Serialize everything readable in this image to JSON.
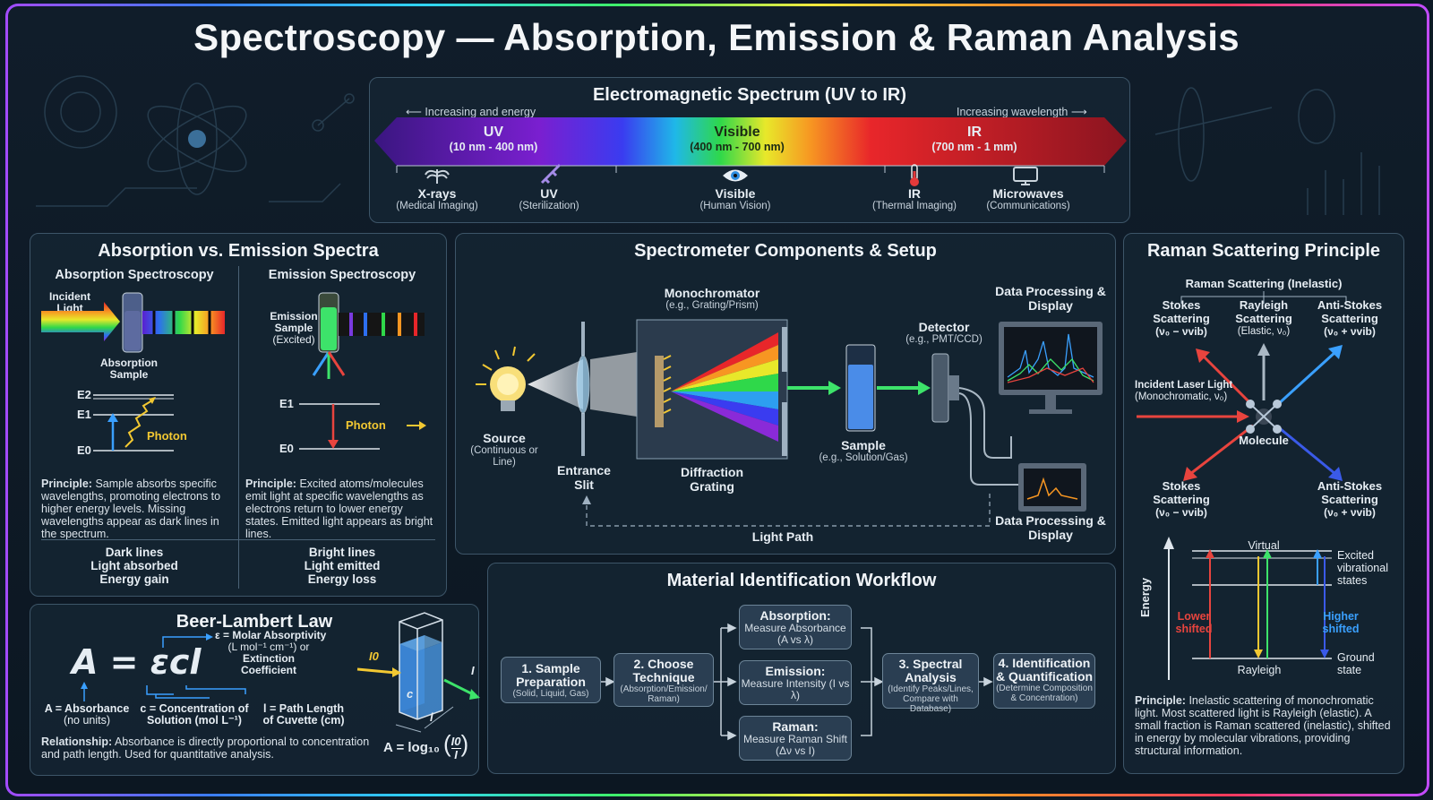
{
  "title": "Spectroscopy — Absorption, Emission & Raman Analysis",
  "em": {
    "title": "Electromagnetic Spectrum (UV to IR)",
    "left_arrow": "Increasing and energy",
    "right_arrow": "Increasing wavelength",
    "bands": [
      {
        "name": "UV",
        "range": "(10 nm - 400 nm)"
      },
      {
        "name": "Visible",
        "range": "(400 nm - 700 nm)"
      },
      {
        "name": "IR",
        "range": "(700 nm - 1 mm)"
      }
    ],
    "apps": [
      {
        "name": "X-rays",
        "use": "(Medical Imaging)",
        "icon": "xray-icon"
      },
      {
        "name": "UV",
        "use": "(Sterilization)",
        "icon": "syringe-icon"
      },
      {
        "name": "Visible",
        "use": "(Human Vision)",
        "icon": "eye-icon"
      },
      {
        "name": "IR",
        "use": "(Thermal Imaging)",
        "icon": "thermometer-icon"
      },
      {
        "name": "Microwaves",
        "use": "(Communications)",
        "icon": "monitor-icon"
      }
    ]
  },
  "absorption": {
    "title": "Absorption vs. Emission Spectra",
    "abs_heading": "Absorption Spectroscopy",
    "em_heading": "Emission Spectroscopy",
    "incident": "Incident Light",
    "abs_sample": "Absorption Sample",
    "em_sample_1": "Emission",
    "em_sample_2": "Sample",
    "em_sample_3": "(Excited)",
    "e2": "E2",
    "e1": "E1",
    "e0": "E0",
    "photon": "Photon",
    "photon_arrow": "Photon",
    "abs_principle_label": "Principle:",
    "abs_principle": "Sample absorbs specific wavelengths, promoting electrons to higher energy levels. Missing wavelengths appear as dark lines in the spectrum.",
    "em_principle_label": "Principle:",
    "em_principle": "Excited atoms/molecules emit light at specific wavelengths as electrons return to lower energy states. Emitted light appears as bright lines.",
    "abs_summary": [
      "Dark lines",
      "Light absorbed",
      "Energy gain"
    ],
    "em_summary": [
      "Bright lines",
      "Light emitted",
      "Energy loss"
    ]
  },
  "beer": {
    "title": "Beer-Lambert Law",
    "formula": "A = εcl",
    "eps_label": "ε = Molar Absorptivity",
    "eps_units": "(L mol⁻¹ cm⁻¹) or",
    "eps_alt1": "Extinction",
    "eps_alt2": "Coefficient",
    "a_label": "A = Absorbance",
    "a_sub": "(no units)",
    "c_label": "c = Concentration of",
    "c_sub": "Solution (mol L⁻¹)",
    "l_label": "l = Path Length",
    "l_sub": "of Cuvette (cm)",
    "relationship_label": "Relationship:",
    "relationship": "Absorbance is directly proportional to concentration and path length. Used for quantitative analysis.",
    "log_formula": "A = log₁₀",
    "i0": "I0",
    "i": "I",
    "c": "c",
    "l": "l"
  },
  "spectrometer": {
    "title": "Spectrometer Components & Setup",
    "source": "Source",
    "source_sub": "(Continuous or Line)",
    "slit": "Entrance Slit",
    "mono": "Monochromator",
    "mono_sub": "(e.g., Grating/Prism)",
    "grating": "Diffraction Grating",
    "sample": "Sample",
    "sample_sub": "(e.g., Solution/Gas)",
    "detector": "Detector",
    "detector_sub": "(e.g., PMT/CCD)",
    "display_top": "Data Processing & Display",
    "display_bottom": "Data Processing & Display",
    "light_path": "Light Path"
  },
  "workflow": {
    "title": "Material Identification Workflow",
    "step1": {
      "h": "1. Sample Preparation",
      "s": "(Solid, Liquid, Gas)"
    },
    "step2": {
      "h": "2. Choose Technique",
      "s": "(Absorption/Emission/ Raman)"
    },
    "abs": {
      "h": "Absorption:",
      "s": "Measure Absorbance (A vs λ)"
    },
    "emi": {
      "h": "Emission:",
      "s": "Measure Intensity (I vs λ)"
    },
    "ram": {
      "h": "Raman:",
      "s": "Measure Raman Shift (Δν vs I)"
    },
    "step3": {
      "h": "3. Spectral Analysis",
      "s": "(Identify Peaks/Lines, Compare with Database)"
    },
    "step4": {
      "h": "4. Identification & Quantification",
      "s": "(Determine Composition & Concentration)"
    }
  },
  "raman": {
    "title": "Raman Scattering Principle",
    "subtitle": "Raman Scattering (Inelastic)",
    "stokes": "Stokes Scattering",
    "stokes_f": "(ν₀ − νvib)",
    "rayleigh": "Rayleigh Scattering",
    "rayleigh_f": "(Elastic, ν₀)",
    "anti": "Anti-Stokes Scattering",
    "anti_f": "(ν₀ + νvib)",
    "incident": "Incident Laser Light",
    "incident_f": "(Monochromatic, ν₀)",
    "molecule": "Molecule",
    "energy": "Energy",
    "virtual": "Virtual",
    "excited": "Excited vibrational states",
    "ground": "Ground state",
    "lower": "Lower shifted",
    "higher": "Higher shifted",
    "rayleigh_bottom": "Rayleigh",
    "principle_label": "Principle:",
    "principle": "Inelastic scattering of monochromatic light. Most scattered light is Rayleigh (elastic). A small fraction is Raman scattered (inelastic), shifted in energy by molecular vibrations, providing structural information."
  },
  "colors": {
    "panel_border": "#3d5568",
    "accent_green": "#3de36a",
    "accent_red": "#e8443e",
    "accent_blue": "#3aa0ff"
  }
}
